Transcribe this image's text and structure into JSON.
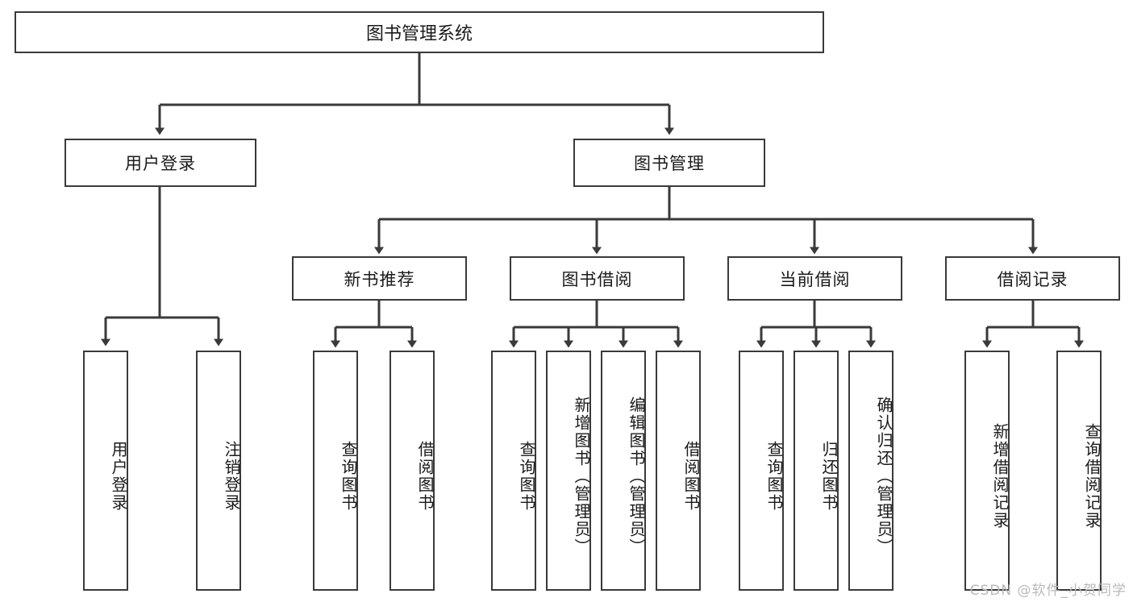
{
  "diagram": {
    "type": "tree",
    "title": "图书管理系统",
    "watermark": "CSDN @软件_小贺同学",
    "colors": {
      "stroke": "#3a3a3a",
      "fill": "#ffffff",
      "text": "#1a1a1a",
      "watermark": "#b9b9b9"
    },
    "levels": {
      "root": "图书管理系统",
      "level1": [
        "用户登录",
        "图书管理"
      ],
      "level2": [
        "新书推荐",
        "图书借阅",
        "当前借阅",
        "借阅记录"
      ]
    },
    "nodes": {
      "root": {
        "label": "图书管理系统"
      },
      "user_login": {
        "label": "用户登录"
      },
      "book_manage": {
        "label": "图书管理"
      },
      "new_book_rec": {
        "label": "新书推荐"
      },
      "book_borrow": {
        "label": "图书借阅"
      },
      "current_borrow": {
        "label": "当前借阅"
      },
      "borrow_record": {
        "label": "借阅记录"
      },
      "leaf_user_login": {
        "label": "用户登录"
      },
      "leaf_logout": {
        "label": "注销登录"
      },
      "leaf_query_book_1": {
        "label": "查询图书"
      },
      "leaf_borrow_book_1": {
        "label": "借阅图书"
      },
      "leaf_query_book_2": {
        "label": "查询图书"
      },
      "leaf_add_book": {
        "label": "新增图书（管理员）"
      },
      "leaf_edit_book": {
        "label": "编辑图书（管理员）"
      },
      "leaf_borrow_book_2": {
        "label": "借阅图书"
      },
      "leaf_query_book_3": {
        "label": "查询图书"
      },
      "leaf_return_book": {
        "label": "归还图书"
      },
      "leaf_confirm_return": {
        "label": "确认归还（管理员）"
      },
      "leaf_add_record": {
        "label": "新增借阅记录"
      },
      "leaf_query_record": {
        "label": "查询借阅记录"
      }
    },
    "edges": [
      {
        "from": "root",
        "to": "user_login"
      },
      {
        "from": "root",
        "to": "book_manage"
      },
      {
        "from": "user_login",
        "to": "leaf_user_login"
      },
      {
        "from": "user_login",
        "to": "leaf_logout"
      },
      {
        "from": "book_manage",
        "to": "new_book_rec"
      },
      {
        "from": "book_manage",
        "to": "book_borrow"
      },
      {
        "from": "book_manage",
        "to": "current_borrow"
      },
      {
        "from": "book_manage",
        "to": "borrow_record"
      },
      {
        "from": "new_book_rec",
        "to": "leaf_query_book_1"
      },
      {
        "from": "new_book_rec",
        "to": "leaf_borrow_book_1"
      },
      {
        "from": "book_borrow",
        "to": "leaf_query_book_2"
      },
      {
        "from": "book_borrow",
        "to": "leaf_add_book"
      },
      {
        "from": "book_borrow",
        "to": "leaf_edit_book"
      },
      {
        "from": "book_borrow",
        "to": "leaf_borrow_book_2"
      },
      {
        "from": "current_borrow",
        "to": "leaf_query_book_3"
      },
      {
        "from": "current_borrow",
        "to": "leaf_return_book"
      },
      {
        "from": "current_borrow",
        "to": "leaf_confirm_return"
      },
      {
        "from": "borrow_record",
        "to": "leaf_add_record"
      },
      {
        "from": "borrow_record",
        "to": "leaf_query_record"
      }
    ]
  }
}
